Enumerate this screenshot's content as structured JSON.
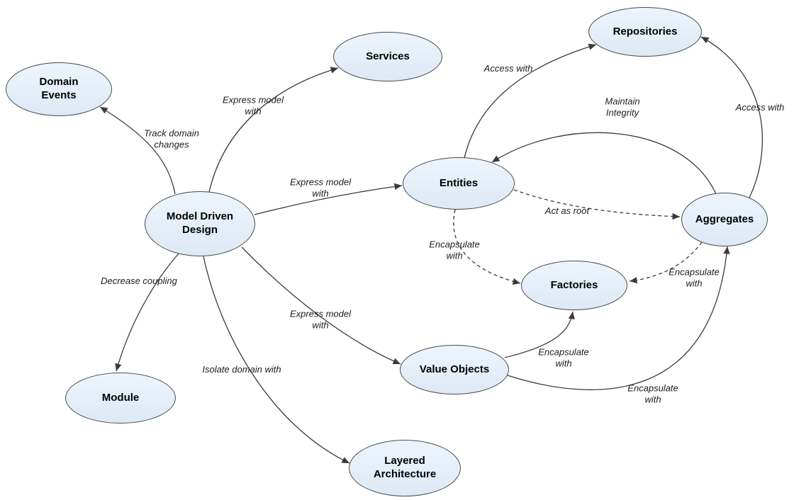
{
  "diagram": {
    "colors": {
      "background": "#ffffff",
      "node_fill_top": "#eef4fc",
      "node_fill_bottom": "#dde9f6",
      "node_border": "#4b4b4b",
      "edge": "#3a3a3a",
      "edge_label_text": "#1c1c1c",
      "node_text": "#000000"
    },
    "nodes": [
      {
        "id": "domain-events",
        "label_lines": [
          "Domain",
          "Events"
        ]
      },
      {
        "id": "services",
        "label_lines": [
          "Services"
        ]
      },
      {
        "id": "repositories",
        "label_lines": [
          "Repositories"
        ]
      },
      {
        "id": "model-driven-design",
        "label_lines": [
          "Model Driven",
          "Design"
        ]
      },
      {
        "id": "entities",
        "label_lines": [
          "Entities"
        ]
      },
      {
        "id": "aggregates",
        "label_lines": [
          "Aggregates"
        ]
      },
      {
        "id": "factories",
        "label_lines": [
          "Factories"
        ]
      },
      {
        "id": "module",
        "label_lines": [
          "Module"
        ]
      },
      {
        "id": "value-objects",
        "label_lines": [
          "Value Objects"
        ]
      },
      {
        "id": "layered-architecture",
        "label_lines": [
          "Layered",
          "Architecture"
        ]
      }
    ],
    "edges": [
      {
        "name": "track-domain-changes",
        "from": "model-driven-design",
        "to": "domain-events",
        "label_lines": [
          "Track domain",
          "changes"
        ],
        "style": "solid"
      },
      {
        "name": "express-model-services",
        "from": "model-driven-design",
        "to": "services",
        "label_lines": [
          "Express model",
          "with"
        ],
        "style": "solid"
      },
      {
        "name": "express-model-entities",
        "from": "model-driven-design",
        "to": "entities",
        "label_lines": [
          "Express model",
          "with"
        ],
        "style": "solid"
      },
      {
        "name": "express-model-value-objects",
        "from": "model-driven-design",
        "to": "value-objects",
        "label_lines": [
          "Express model",
          "with"
        ],
        "style": "solid"
      },
      {
        "name": "decrease-coupling",
        "from": "model-driven-design",
        "to": "module",
        "label_lines": [
          "Decrease coupling"
        ],
        "style": "solid"
      },
      {
        "name": "isolate-domain-with",
        "from": "model-driven-design",
        "to": "layered-architecture",
        "label_lines": [
          "Isolate domain with"
        ],
        "style": "solid"
      },
      {
        "name": "access-with-entities",
        "from": "entities",
        "to": "repositories",
        "label_lines": [
          "Access with"
        ],
        "style": "solid"
      },
      {
        "name": "access-with-aggregates",
        "from": "aggregates",
        "to": "repositories",
        "label_lines": [
          "Access with"
        ],
        "style": "solid"
      },
      {
        "name": "maintain-integrity",
        "from": "aggregates",
        "to": "entities",
        "label_lines": [
          "Maintain",
          "Integrity"
        ],
        "style": "solid"
      },
      {
        "name": "act-as-root",
        "from": "entities",
        "to": "aggregates",
        "label_lines": [
          "Act as root"
        ],
        "style": "dashed"
      },
      {
        "name": "encapsulate-entities-factories",
        "from": "entities",
        "to": "factories",
        "label_lines": [
          "Encapsulate",
          "with"
        ],
        "style": "dashed"
      },
      {
        "name": "encapsulate-aggregates-factories",
        "from": "aggregates",
        "to": "factories",
        "label_lines": [
          "Encapsulate",
          "with"
        ],
        "style": "dashed"
      },
      {
        "name": "encapsulate-value-objects-factories",
        "from": "value-objects",
        "to": "factories",
        "label_lines": [
          "Encapsulate",
          "with"
        ],
        "style": "solid"
      },
      {
        "name": "encapsulate-value-objects-aggregates",
        "from": "value-objects",
        "to": "aggregates",
        "label_lines": [
          "Encapsulate",
          "with"
        ],
        "style": "solid"
      }
    ]
  }
}
